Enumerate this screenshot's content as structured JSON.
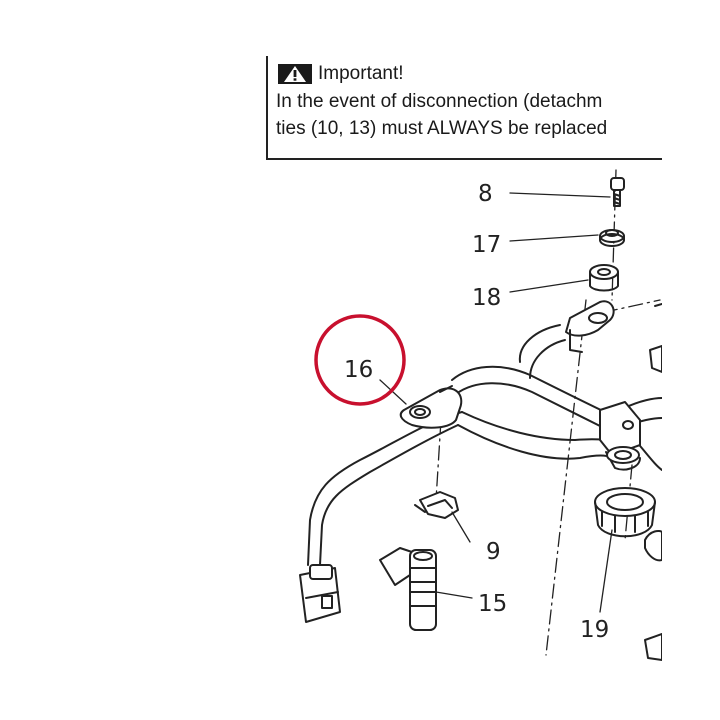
{
  "notice": {
    "icon": "warning-triangle-icon",
    "title": "Important!",
    "line1": "In the event of disconnection (detachm",
    "line2": "ties (10, 13) must ALWAYS be replaced"
  },
  "callouts": {
    "c8": "8",
    "c17": "17",
    "c18": "18",
    "c16": "16",
    "c9": "9",
    "c15": "15",
    "c19": "19"
  },
  "highlight": {
    "target": "16",
    "color": "#c8102e"
  }
}
